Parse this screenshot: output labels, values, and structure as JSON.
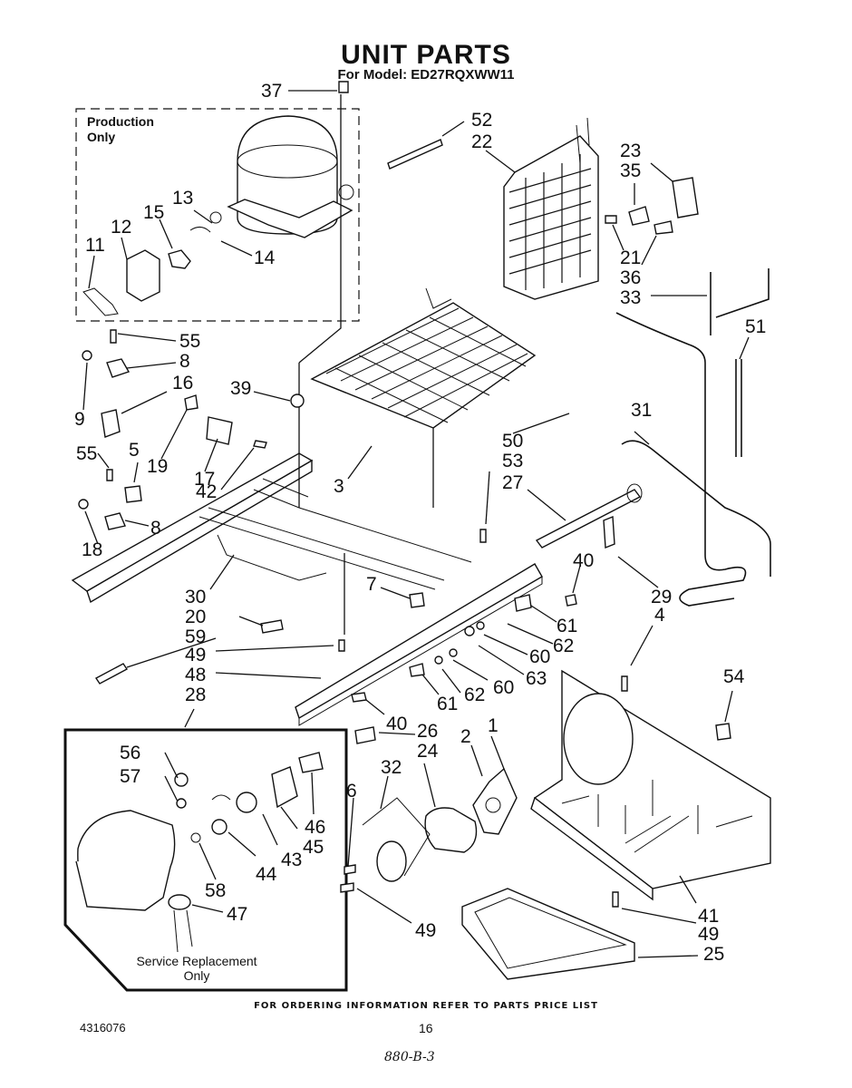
{
  "document": {
    "title": "UNIT PARTS",
    "subtitle": "For Model: ED27RQXWW11",
    "production_box_label": "Production\nOnly",
    "service_box_label": "Service Replacement\nOnly",
    "footer_note": "FOR ORDERING INFORMATION REFER TO PARTS PRICE LIST",
    "doc_number": "4316076",
    "page_number": "16",
    "handwritten_note": "880-B-3"
  },
  "callouts": {
    "c37": "37",
    "c52": "52",
    "c22": "22",
    "c23": "23",
    "c35": "35",
    "c21": "21",
    "c36": "36",
    "c33": "33",
    "c51": "51",
    "c13": "13",
    "c15": "15",
    "c12": "12",
    "c11": "11",
    "c14": "14",
    "c55a": "55",
    "c8a": "8",
    "c16": "16",
    "c9": "9",
    "c39": "39",
    "c3": "3",
    "c55b": "55",
    "c5": "5",
    "c19": "19",
    "c17": "17",
    "c42": "42",
    "c8b": "8",
    "c18": "18",
    "c50": "50",
    "c31": "31",
    "c53": "53",
    "c27": "27",
    "c40a": "40",
    "c29": "29",
    "c4": "4",
    "c7": "7",
    "c30": "30",
    "c20": "20",
    "c59": "59",
    "c49a": "49",
    "c48": "48",
    "c28": "28",
    "c61a": "61",
    "c62a": "62",
    "c60a": "60",
    "c63": "63",
    "c61b": "61",
    "c62b": "62",
    "c60b": "60",
    "c40b": "40",
    "c26": "26",
    "c54": "54",
    "c56": "56",
    "c57": "57",
    "c2": "2",
    "c1": "1",
    "c32": "32",
    "c24": "24",
    "c6": "6",
    "c46": "46",
    "c45": "45",
    "c43": "43",
    "c44": "44",
    "c58": "58",
    "c47": "47",
    "c41": "41",
    "c49b": "49",
    "c25": "25",
    "c49c": "49"
  }
}
